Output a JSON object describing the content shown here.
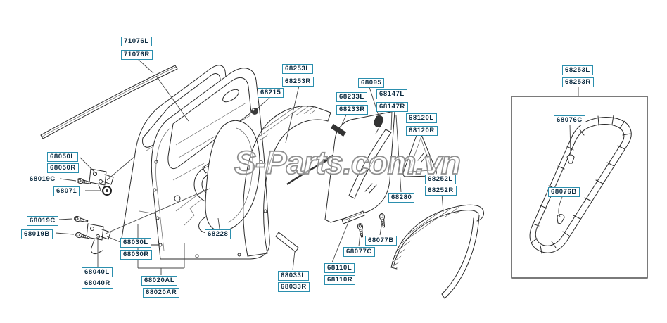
{
  "watermark": {
    "text": "S-Parts.com.vn"
  },
  "colors": {
    "label_border": "#2b8fae",
    "label_text": "#0c2b40",
    "line_art": "#2a2a2a",
    "watermark_outline": "#8f8f8f"
  },
  "labels": [
    {
      "text": "71076L"
    },
    {
      "text": "71076R"
    },
    {
      "text": "68253L"
    },
    {
      "text": "68253R"
    },
    {
      "text": "68215"
    },
    {
      "text": "68095"
    },
    {
      "text": "68233L"
    },
    {
      "text": "68233R"
    },
    {
      "text": "68147L"
    },
    {
      "text": "68147R"
    },
    {
      "text": "68120L"
    },
    {
      "text": "68120R"
    },
    {
      "text": "68050L"
    },
    {
      "text": "68050R"
    },
    {
      "text": "68019C"
    },
    {
      "text": "68071"
    },
    {
      "text": "68019C"
    },
    {
      "text": "68019B"
    },
    {
      "text": "68030L"
    },
    {
      "text": "68030R"
    },
    {
      "text": "68040L"
    },
    {
      "text": "68040R"
    },
    {
      "text": "68020AL"
    },
    {
      "text": "68020AR"
    },
    {
      "text": "68228"
    },
    {
      "text": "68033L"
    },
    {
      "text": "68033R"
    },
    {
      "text": "68110L"
    },
    {
      "text": "68110R"
    },
    {
      "text": "68077C"
    },
    {
      "text": "68077B"
    },
    {
      "text": "68280"
    },
    {
      "text": "68252L"
    },
    {
      "text": "68252R"
    },
    {
      "text": "68253L"
    },
    {
      "text": "68253R"
    },
    {
      "text": "68076C"
    },
    {
      "text": "68076B"
    }
  ]
}
